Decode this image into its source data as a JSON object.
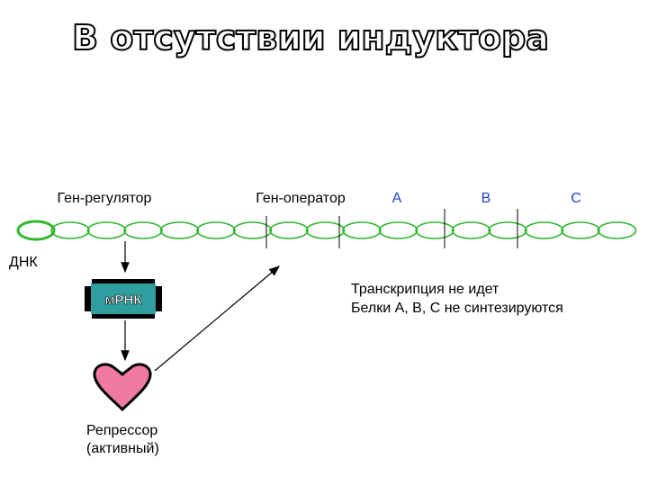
{
  "title": "В отсутствии индуктора",
  "labels": {
    "regulator_gene": "Ген-регулятор",
    "operator_gene": "Ген-оператор",
    "gene_a": "А",
    "gene_b": "В",
    "gene_c": "С",
    "dna": "ДНК",
    "mrna": "мРНК",
    "repressor_line1": "Репрессор",
    "repressor_line2": "(активный)",
    "note_line1": "Транскрипция не идет",
    "note_line2": "Белки А, В, С не синтезируются"
  },
  "colors": {
    "dna_strand": "#2eb82e",
    "mrna_fill": "#2e9e9e",
    "repressor_fill": "#f07aa0",
    "title_outline": "#000000",
    "gene_label_blue": "#1f3fbf"
  }
}
